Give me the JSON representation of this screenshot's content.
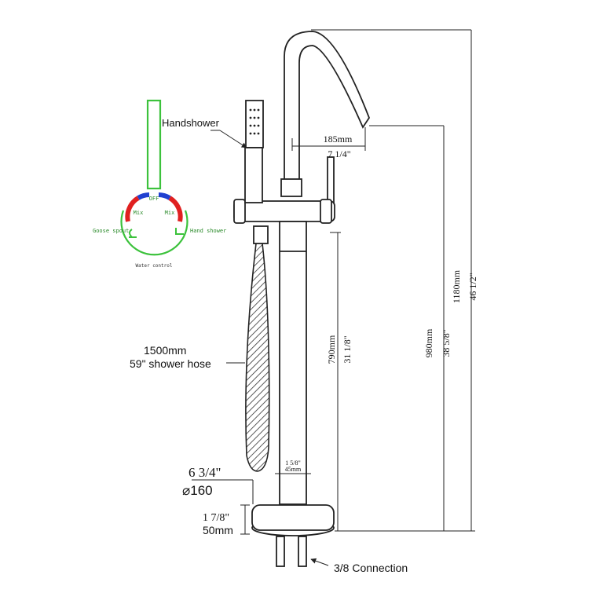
{
  "labels": {
    "handshower": "Handshower",
    "hose_length_mm": "1500mm",
    "hose_length_in": "59\" shower hose",
    "connection": "3/8 Connection"
  },
  "dimensions": {
    "spout_reach_mm": "185mm",
    "spout_reach_in": "7 1/4\"",
    "total_height_mm": "1180mm",
    "total_height_in": "46 1/2\"",
    "spout_height_mm": "980mm",
    "spout_height_in": "38 5/8\"",
    "body_height_mm": "790mm",
    "body_height_in": "31 1/8\"",
    "pipe_diameter_in": "1 5/8\"",
    "pipe_diameter_mm": "45mm",
    "base_diameter_in": "6 3/4\"",
    "base_diameter_mm": "⌀160",
    "base_height_in": "1 7/8\"",
    "base_height_mm": "50mm"
  },
  "water_control": {
    "off": "OFF",
    "mix_left": "Mix",
    "mix_right": "Mix",
    "gooseneck": "Goose spout",
    "handshower": "Hand shower",
    "caption": "Water control",
    "colors": {
      "frame": "#3cc23c",
      "hot": "#e02020",
      "cold": "#2040d0",
      "text": "#2a8a2a"
    }
  }
}
